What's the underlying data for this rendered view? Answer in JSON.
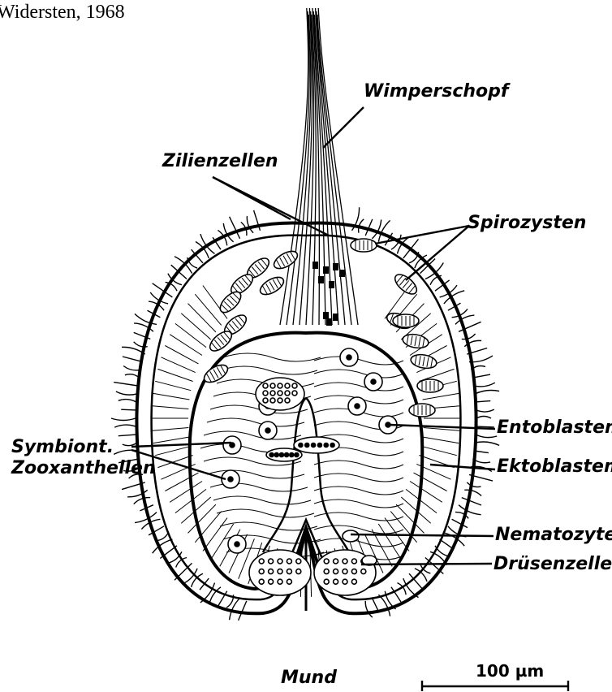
{
  "credit": "Widersten, 1968",
  "labels": {
    "wimperschopf": "Wimperschopf",
    "zilienzellen": "Zilienzellen",
    "spirozysten": "Spirozysten",
    "entoblastem": "Entoblastem",
    "ektoblastem": "Ektoblastem",
    "symbiont_1": "Symbiont.",
    "symbiont_2": "Zooxanthellen",
    "nematozyten": "Nematozyten",
    "druesenzellen": "Drüsenzellen",
    "mund": "Mund"
  },
  "scale_bar": {
    "text": "100 µm"
  },
  "colors": {
    "ink": "#000000",
    "paper": "#ffffff"
  }
}
